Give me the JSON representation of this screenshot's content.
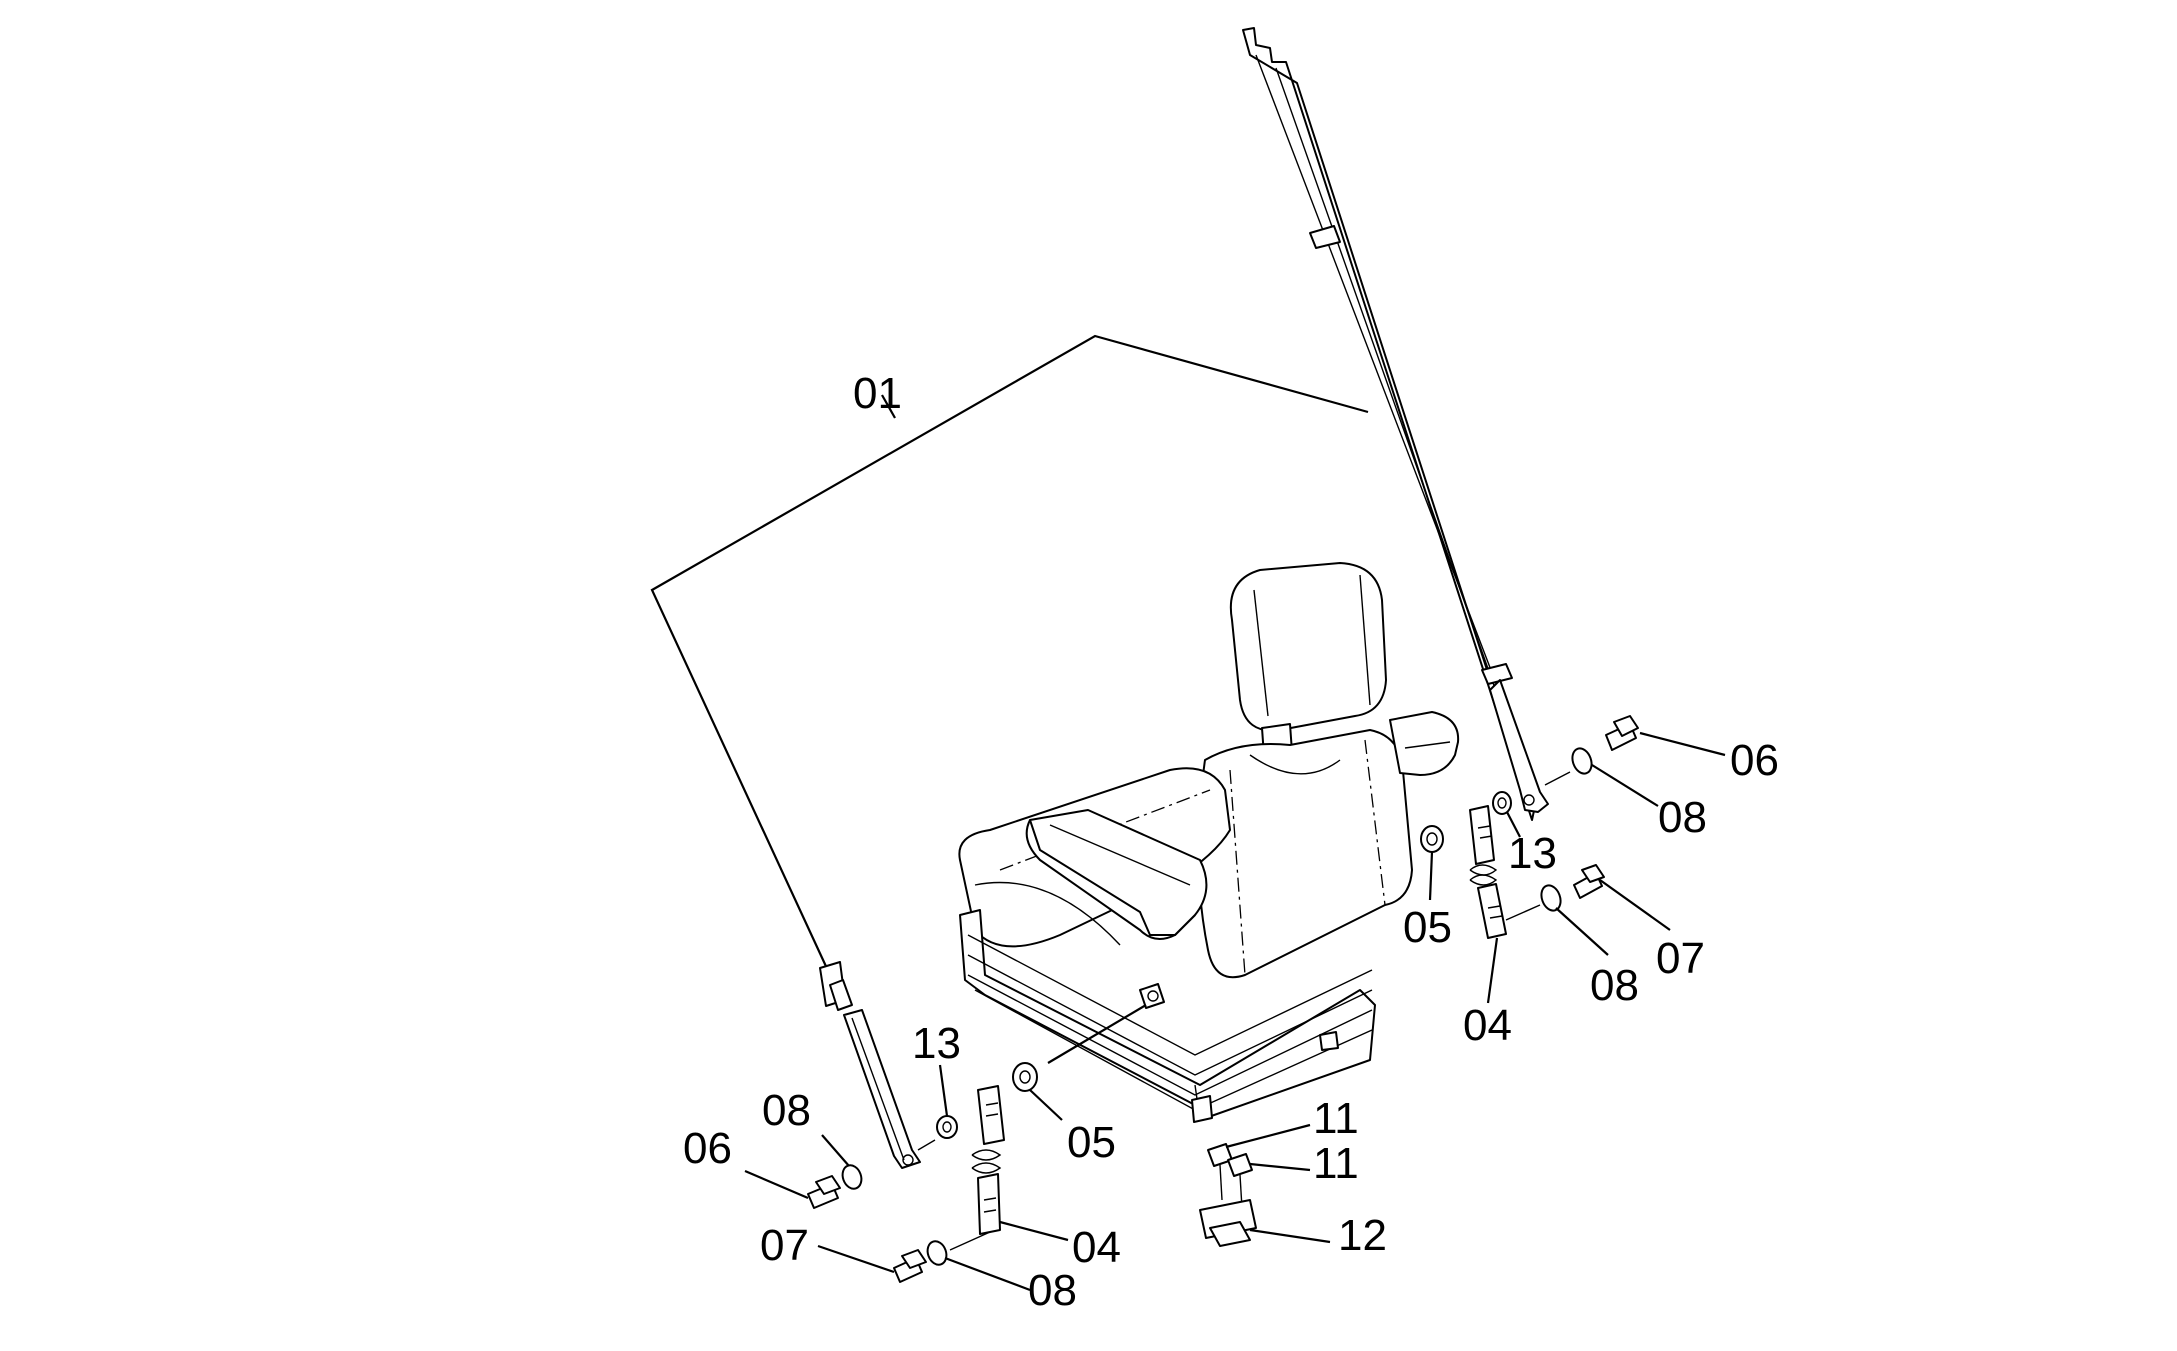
{
  "callouts": [
    {
      "id": "lbl-01-top",
      "text": "01"
    },
    {
      "id": "lbl-06-right",
      "text": "06"
    },
    {
      "id": "lbl-08-right-upper",
      "text": "08"
    },
    {
      "id": "lbl-13-right",
      "text": "13"
    },
    {
      "id": "lbl-05-right",
      "text": "05"
    },
    {
      "id": "lbl-07-right",
      "text": "07"
    },
    {
      "id": "lbl-08-right-lower",
      "text": "08"
    },
    {
      "id": "lbl-04-right",
      "text": "04"
    },
    {
      "id": "lbl-13-left",
      "text": "13"
    },
    {
      "id": "lbl-08-left-upper",
      "text": "08"
    },
    {
      "id": "lbl-06-left",
      "text": "06"
    },
    {
      "id": "lbl-05-left",
      "text": "05"
    },
    {
      "id": "lbl-11-upper",
      "text": "11"
    },
    {
      "id": "lbl-11-lower",
      "text": "11"
    },
    {
      "id": "lbl-07-left",
      "text": "07"
    },
    {
      "id": "lbl-04-left",
      "text": "04"
    },
    {
      "id": "lbl-12",
      "text": "12"
    },
    {
      "id": "lbl-08-left-lower",
      "text": "08"
    }
  ]
}
